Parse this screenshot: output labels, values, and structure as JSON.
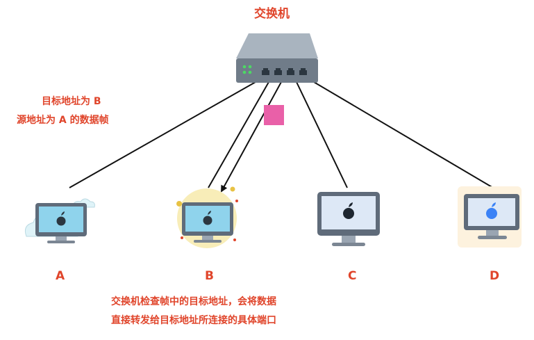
{
  "switch": {
    "label": "交换机"
  },
  "frame": {
    "line1": "目标地址为 B",
    "line2": "源地址为 A 的数据帧"
  },
  "nodes": [
    {
      "label": "A"
    },
    {
      "label": "B"
    },
    {
      "label": "C"
    },
    {
      "label": "D"
    }
  ],
  "caption": {
    "line1": "交换机检查帧中的目标地址，会将数据",
    "line2": "直接转发给目标地址所连接的具体端口"
  },
  "colors": {
    "label_red": "#e0452b",
    "switch_body": "#707c89",
    "switch_top": "#a9b4bf",
    "port_led": "#4cd964",
    "frame_packet": "#e960a8",
    "screen_blue": "#8fd3ec"
  },
  "icons": [
    "network-switch-icon",
    "apple-logo-icon",
    "computer-monitor-icon",
    "cloud-icon"
  ]
}
